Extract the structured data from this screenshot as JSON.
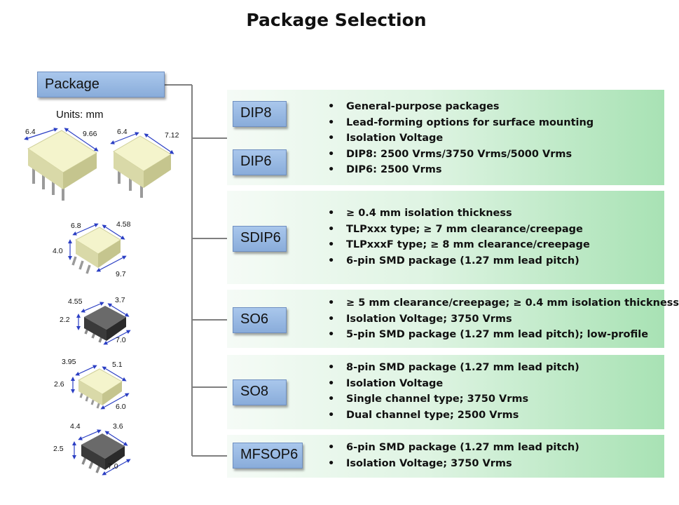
{
  "title": "Package Selection",
  "root": {
    "label": "Package",
    "units": "Units: mm"
  },
  "packages": [
    {
      "name": "DIP8",
      "dims": [
        "6.4",
        "9.66"
      ]
    },
    {
      "name": "DIP6",
      "dims": [
        "6.4",
        "7.12"
      ]
    },
    {
      "name": "SDIP6",
      "dims": [
        "6.8",
        "4.58",
        "4.0",
        "9.7"
      ]
    },
    {
      "name": "SO6",
      "dims": [
        "4.55",
        "3.7",
        "2.2",
        "7.0"
      ]
    },
    {
      "name": "SO8",
      "dims": [
        "3.95",
        "5.1",
        "2.6",
        "6.0"
      ]
    },
    {
      "name": "MFSOP6",
      "dims": [
        "4.4",
        "3.6",
        "2.5",
        "7.0"
      ]
    }
  ],
  "groups": [
    {
      "bullets": [
        "General-purpose packages",
        "Lead-forming options for surface mounting",
        "Isolation Voltage",
        "DIP8: 2500 Vrms/3750 Vrms/5000 Vrms",
        "DIP6: 2500 Vrms"
      ]
    },
    {
      "bullets": [
        "≥ 0.4 mm isolation thickness",
        "TLPxxx type; ≥ 7 mm clearance/creepage",
        "TLPxxxF type; ≥ 8 mm clearance/creepage",
        "6-pin SMD package (1.27 mm lead pitch)"
      ]
    },
    {
      "bullets": [
        "≥ 5 mm clearance/creepage; ≥ 0.4 mm isolation thickness",
        "Isolation Voltage; 3750 Vrms",
        "5-pin SMD package (1.27 mm lead pitch); low-profile"
      ]
    },
    {
      "bullets": [
        "8-pin SMD package (1.27 mm lead pitch)",
        "Isolation Voltage",
        "Single channel type; 3750 Vrms",
        "Dual channel type; 2500 Vrms"
      ]
    },
    {
      "bullets": [
        "6-pin SMD package (1.27 mm lead pitch)",
        "Isolation Voltage; 3750 Vrms"
      ]
    }
  ],
  "colors": {
    "box": "#99b9e3",
    "panel": "#c4ebcc",
    "chip_light": "#eeeec0",
    "chip_dark": "#3b3b3b",
    "dim_line": "#2b3fc4"
  }
}
